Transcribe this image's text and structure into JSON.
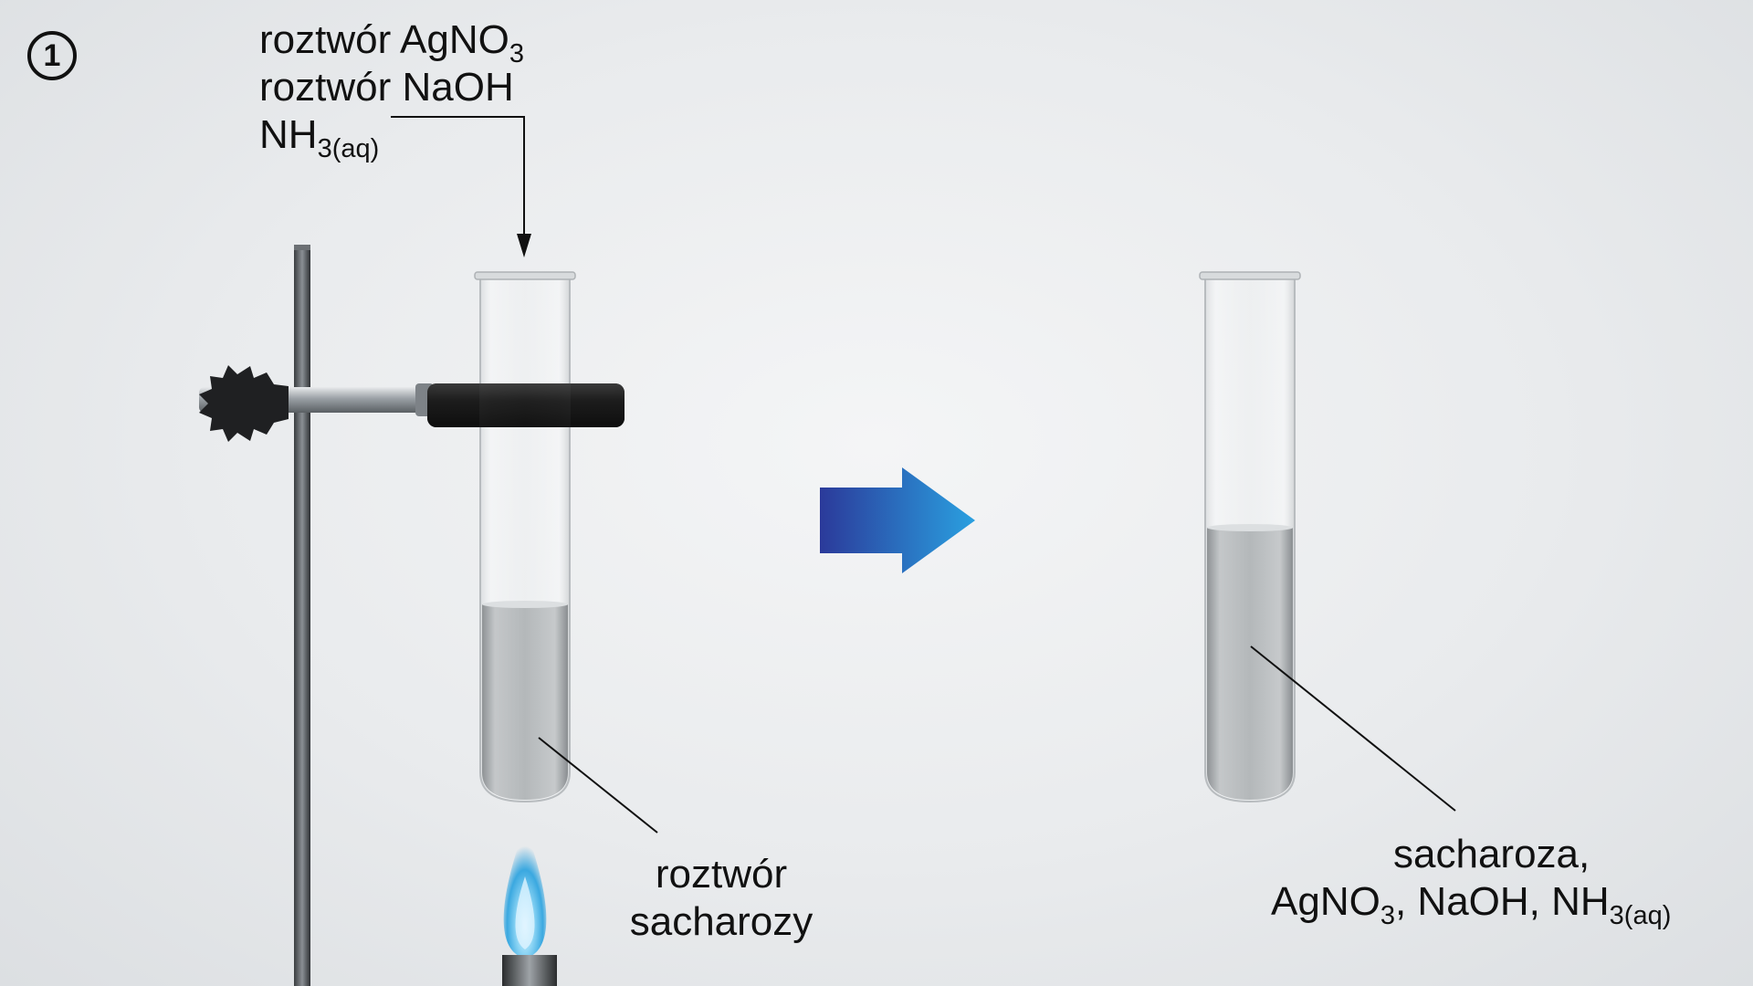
{
  "step": {
    "number": "1"
  },
  "reagents": {
    "line1": {
      "text": "roztwór AgNO",
      "sub": "3"
    },
    "line2": {
      "text": "roztwór NaOH"
    },
    "line3": {
      "text": "NH",
      "sub": "3(aq)"
    }
  },
  "left_tube_label": {
    "line1": "roztwór",
    "line2": "sacharozy"
  },
  "right_tube_label": {
    "line1": "sacharoza,",
    "line2_a": "AgNO",
    "line2_a_sub": "3",
    "line2_b": ", NaOH, NH",
    "line2_b_sub": "3(aq)"
  },
  "colors": {
    "arrow_start": "#2b3a9a",
    "arrow_end": "#2aa0e0",
    "flame": "#49b8ea",
    "clamp_handle": "#1c1c1c",
    "liquid": "#b9bcbe"
  },
  "icons": {
    "stand": "lab-stand-icon",
    "clamp": "tube-clamp-icon",
    "burner": "burner-flame-icon",
    "reaction_arrow": "reaction-arrow-icon"
  }
}
